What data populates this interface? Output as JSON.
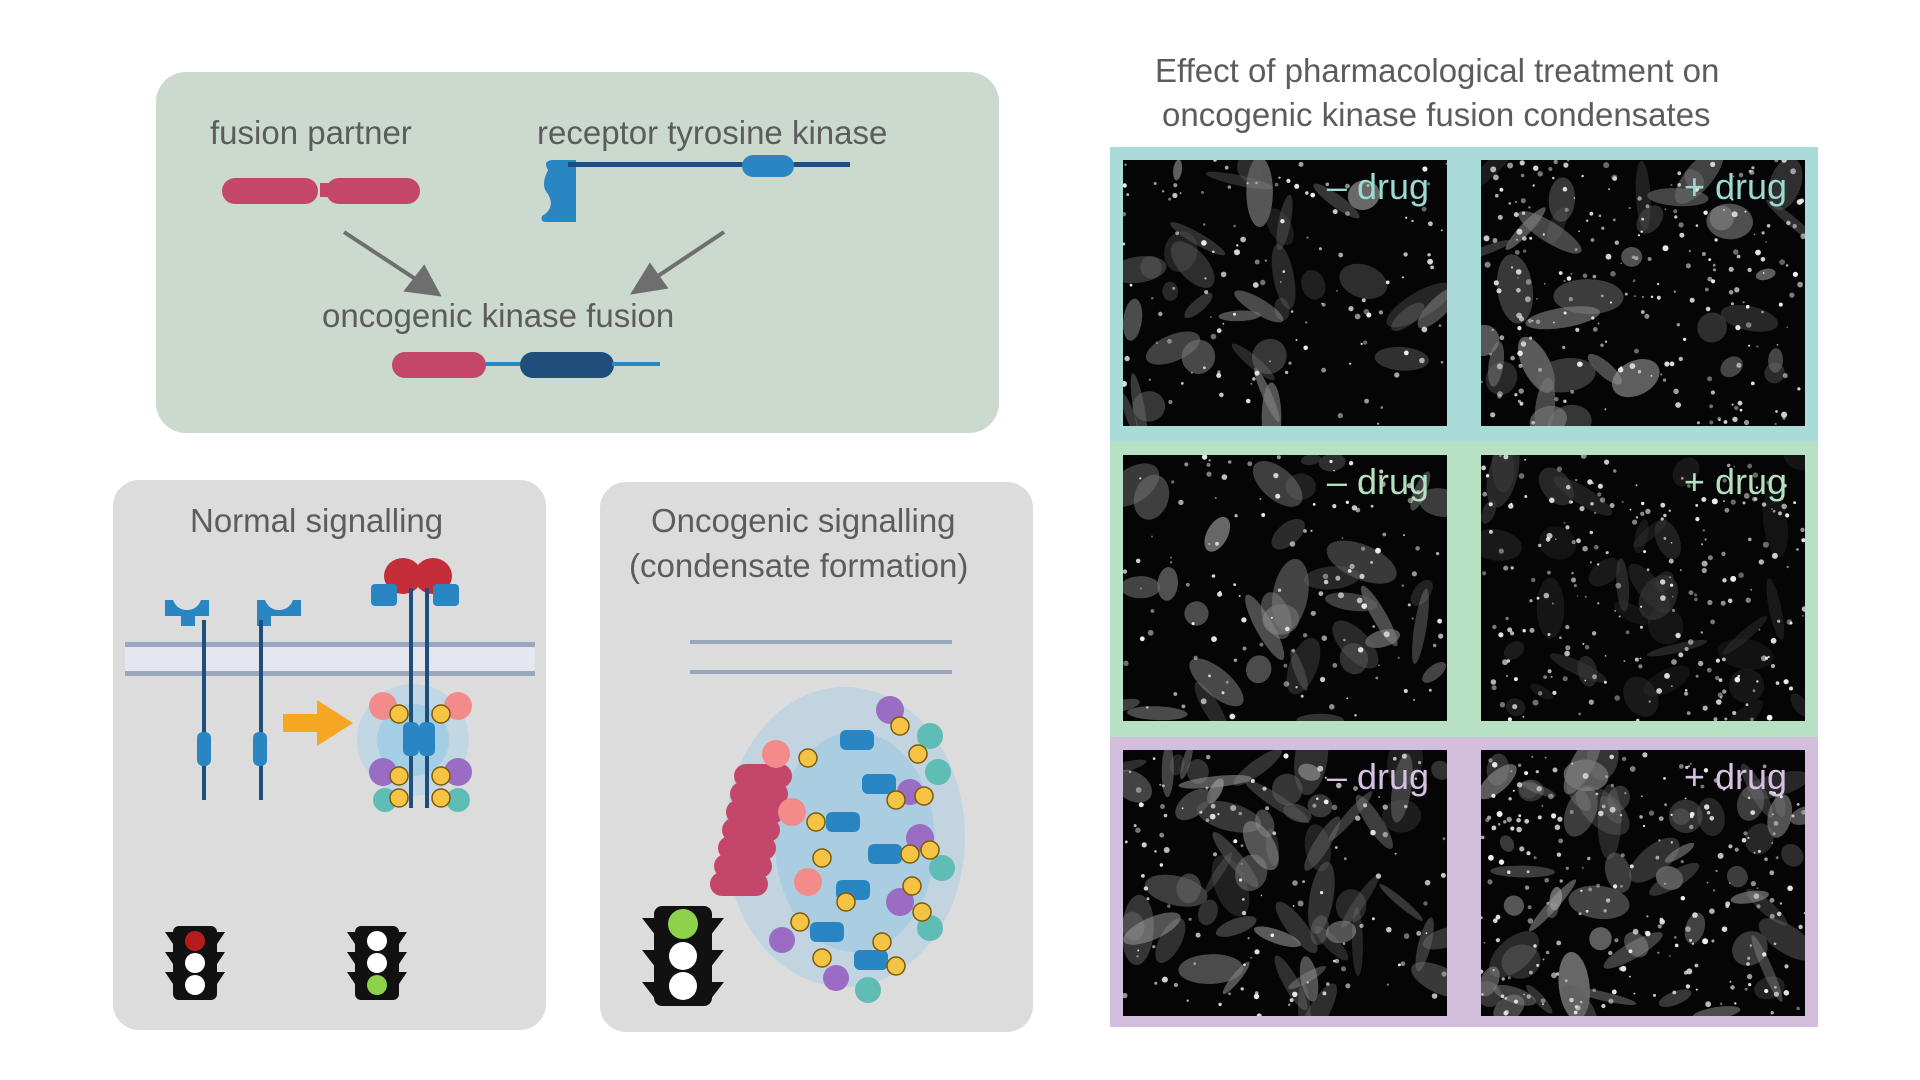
{
  "top_panel": {
    "fusion_partner": "fusion partner",
    "rtk": "receptor tyrosine kinase",
    "fusion": "oncogenic kinase fusion"
  },
  "normal_panel": {
    "title": "Normal signalling"
  },
  "onco_panel": {
    "title_line1": "Oncogenic signalling",
    "title_line2": "(condensate formation)"
  },
  "micro_panel": {
    "title_line1": "Effect of pharmacological treatment on",
    "title_line2": "oncogenic kinase fusion condensates",
    "rows": [
      {
        "border_color": "#a9dcd8",
        "text_color": "#9bd9d3",
        "minus_label": "– drug",
        "plus_label": "+ drug"
      },
      {
        "border_color": "#b8e0c2",
        "text_color": "#b3e0bd",
        "minus_label": "– drug",
        "plus_label": "+ drug"
      },
      {
        "border_color": "#d3bede",
        "text_color": "#d8bfe4",
        "minus_label": "– drug",
        "plus_label": "+ drug"
      }
    ]
  },
  "colors": {
    "fusion_partner": "#c4466b",
    "kinase_dark": "#1f4e7a",
    "kinase_blue": "#2a86c2",
    "arrow_orange": "#f5a623",
    "light_red": "#b71c1c",
    "light_green": "#8ed14a"
  },
  "icons": [
    "traffic-light-icon",
    "phosphate-icon",
    "arrow-icon"
  ]
}
